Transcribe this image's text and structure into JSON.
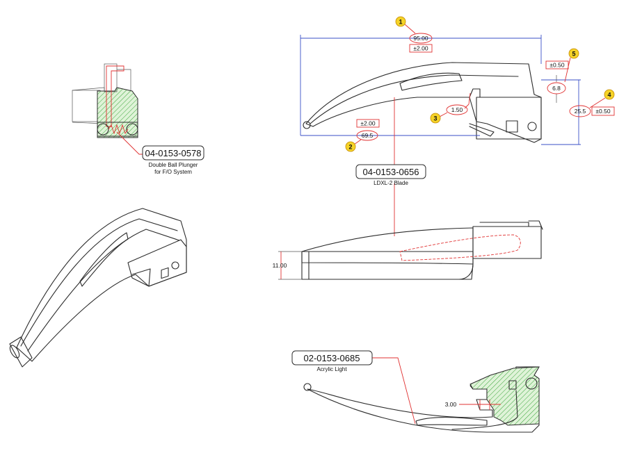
{
  "colors": {
    "annotation": "#e03030",
    "dimension_line": "#3a4fc7",
    "hatch": "#3aa53a",
    "balloon_fill": "#f5d328",
    "line": "#2b2b2b"
  },
  "parts": [
    {
      "number": "04-0153-0578",
      "desc_line1": "Double Ball Plunger",
      "desc_line2": "for F/O System"
    },
    {
      "number": "04-0153-0656",
      "desc_line1": "LDXL-2 Blade"
    },
    {
      "number": "02-0153-0685",
      "desc_line1": "Acrylic Light"
    }
  ],
  "dimensions": [
    {
      "balloon": "1",
      "value": "95.00",
      "tolerance": "±2.00"
    },
    {
      "balloon": "2",
      "value": "69.5",
      "tolerance": "±2.00"
    },
    {
      "balloon": "3",
      "value": "1.50"
    },
    {
      "balloon": "4",
      "value": "25.5",
      "tolerance": "±0.50"
    },
    {
      "balloon": "5",
      "value": "6.8",
      "tolerance": "±0.50"
    }
  ],
  "side_dimensions": [
    {
      "value": "11.00"
    },
    {
      "value": "3.00"
    }
  ]
}
